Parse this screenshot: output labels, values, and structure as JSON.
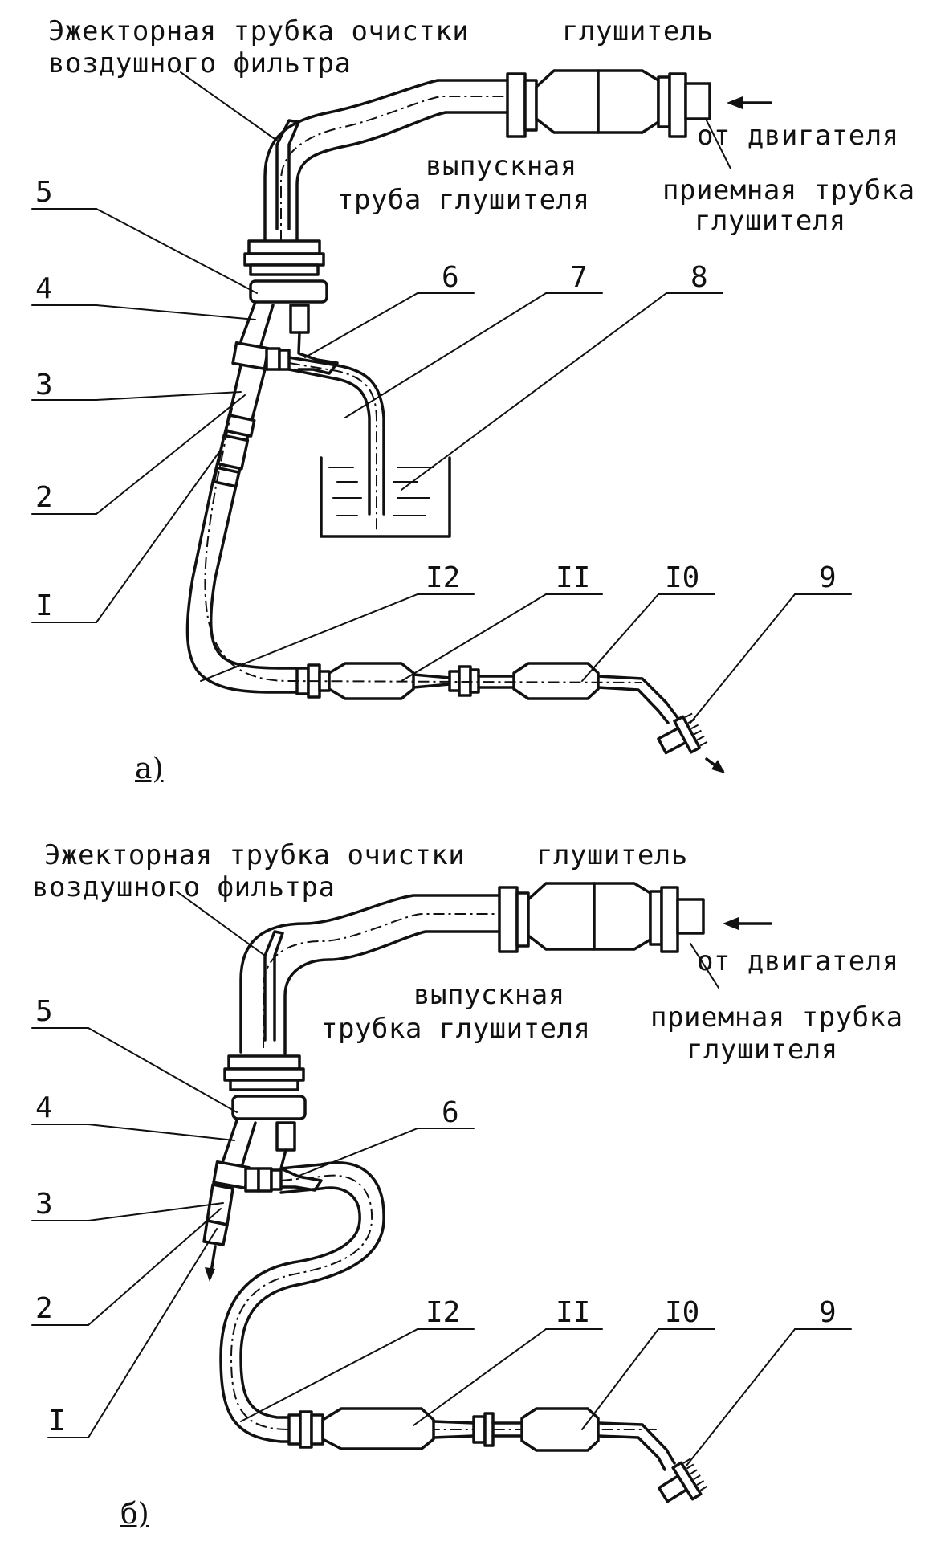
{
  "diagrams": [
    {
      "figure_label": "а)",
      "labels": {
        "ejector": "Эжекторная трубка очистки\nвоздушного фильтра",
        "ejector_line1": "Эжекторная трубка очистки",
        "ejector_line2": "воздушного фильтра",
        "muffler": "глушитель",
        "from_engine": "от двигателя",
        "outlet_line1": "выпускная",
        "outlet_line2": "труба глушителя",
        "inlet_line1": "приемная трубка",
        "inlet_line2": "глушителя"
      },
      "callouts": [
        "5",
        "4",
        "3",
        "2",
        "I",
        "6",
        "7",
        "8",
        "I2",
        "II",
        "I0",
        "9"
      ]
    },
    {
      "figure_label": "б)",
      "labels": {
        "ejector_line1": "Эжекторная трубка очистки",
        "ejector_line2": "воздушного фильтра",
        "muffler": "глушитель",
        "from_engine": "от двигателя",
        "outlet_line1": "выпускная",
        "outlet_line2": "трубка глушителя",
        "inlet_line1": "приемная трубка",
        "inlet_line2": "глушителя"
      },
      "callouts": [
        "5",
        "4",
        "3",
        "2",
        "I",
        "6",
        "I2",
        "II",
        "I0",
        "9"
      ]
    }
  ]
}
